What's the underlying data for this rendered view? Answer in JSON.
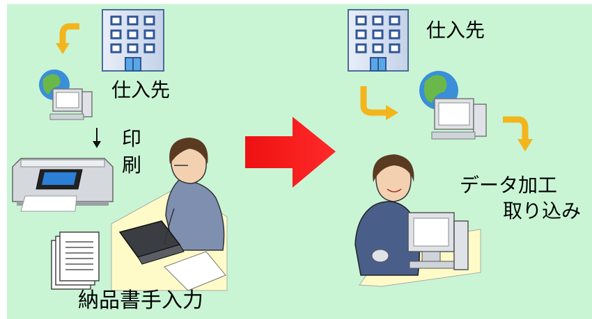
{
  "labels": {
    "supplier_left": "仕入先",
    "print_line1": "印",
    "print_line2": "刷",
    "manual_entry": "納品書手入力",
    "supplier_right": "仕入先",
    "data_processing": "データ加工",
    "import": "取り込み"
  },
  "colors": {
    "background": "#c9f5d5",
    "flow_arrow": "#f3b51c",
    "main_arrow": "#ee1111",
    "building": "#4a6a9a"
  }
}
